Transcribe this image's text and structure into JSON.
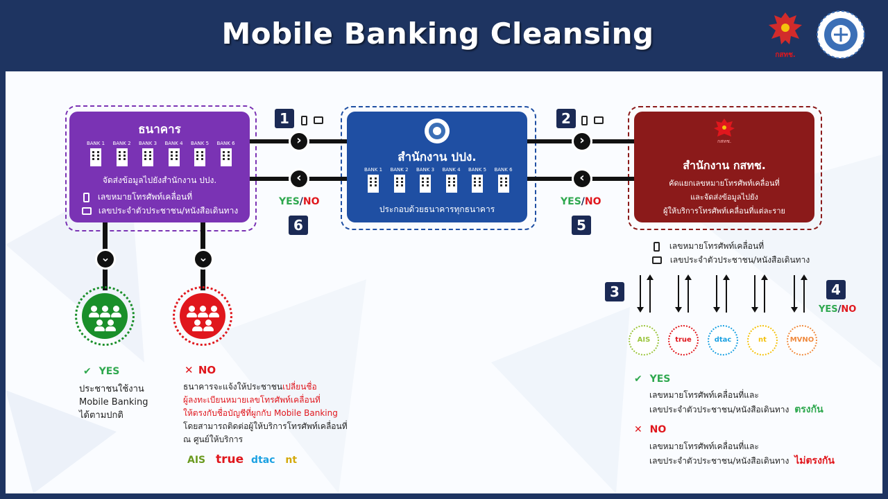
{
  "header": {
    "title": "Mobile Banking Cleansing",
    "logo_left_text": "กสทช.",
    "logo_right": "seal"
  },
  "banks_box": {
    "title": "ธนาคาร",
    "banks": [
      "BANK 1",
      "BANK 2",
      "BANK 3",
      "BANK 4",
      "BANK 5",
      "BANK 6"
    ],
    "desc": "จัดส่งข้อมูลไปยังสำนักงาน ปปง.",
    "item_phone": "เลขหมายโทรศัพท์เคลื่อนที่",
    "item_id": "เลขประจำตัวประชาชน/หนังสือเดินทาง"
  },
  "amlo_box": {
    "title": "สำนักงาน ปปง.",
    "banks": [
      "BANK 1",
      "BANK 2",
      "BANK 3",
      "BANK 4",
      "BANK 5",
      "BANK 6"
    ],
    "desc": "ประกอบด้วยธนาคารทุกธนาคาร"
  },
  "nbtc_box": {
    "logo_text": "กสทช.",
    "title": "สำนักงาน กสทช.",
    "desc_lines": [
      "คัดแยกเลขหมายโทรศัพท์เคลื่อนที่",
      "และจัดส่งข้อมูลไปยัง",
      "ผู้ให้บริการโทรศัพท์เคลื่อนที่แต่ละราย"
    ]
  },
  "steps": {
    "s1": "1",
    "s2": "2",
    "s3": "3",
    "s4": "4",
    "s5": "5",
    "s6": "6"
  },
  "yesno": {
    "yes": "YES",
    "slash": "/",
    "no": "NO"
  },
  "arrow_glyphs": {
    "right": "›",
    "left": "‹",
    "down": "⌄"
  },
  "operators_info": {
    "item_phone": "เลขหมายโทรศัพท์เคลื่อนที่",
    "item_id": "เลขประจำตัวประชาชน/หนังสือเดินทาง"
  },
  "operators": [
    {
      "name": "AIS",
      "color": "#9bc53d"
    },
    {
      "name": "true",
      "color": "#e0171d"
    },
    {
      "name": "dtac",
      "color": "#1ba1e2"
    },
    {
      "name": "nt",
      "color": "#f4c20d"
    },
    {
      "name": "MVNO",
      "color": "#f08a3e"
    }
  ],
  "left_yes": {
    "icon": "✔",
    "label": "YES",
    "lines": [
      "ประชาชนใช้งาน",
      "Mobile Banking",
      "ได้ตามปกติ"
    ]
  },
  "left_no": {
    "icon": "✕",
    "label": "NO",
    "line1_a": "ธนาคารจะแจ้งให้ประชาชน",
    "line1_b": "เปลี่ยนชื่อ",
    "line2": "ผู้ลงทะเบียนหมายเลขโทรศัพท์เคลื่อนที่",
    "line3": "ให้ตรงกับชื่อบัญชีที่ผูกกับ  Mobile Banking",
    "line4": "โดยสามารถติดต่อผู้ให้บริการโทรศัพท์เคลื่อนที่",
    "line5": "ณ ศูนย์ให้บริการ"
  },
  "bottom_logos": [
    "AIS",
    "true",
    "dtac",
    "nt"
  ],
  "right_yes": {
    "icon": "✔",
    "label": "YES",
    "line1": "เลขหมายโทรศัพท์เคลื่อนที่และ",
    "line2": "เลขประจำตัวประชาชน/หนังสือเดินทาง",
    "emph": "ตรงกัน"
  },
  "right_no": {
    "icon": "✕",
    "label": "NO",
    "line1": "เลขหมายโทรศัพท์เคลื่อนที่และ",
    "line2": "เลขประจำตัวประชาชน/หนังสือเดินทาง",
    "emph": "ไม่ตรงกัน"
  },
  "colors": {
    "header_bg": "#1e3461",
    "bank_purple": "#7a33b4",
    "amlo_blue": "#1f4fa3",
    "nbtc_red": "#8b1a1a",
    "yes_green": "#2fa84f",
    "no_red": "#e0171d",
    "step_navy": "#1b2a55"
  }
}
